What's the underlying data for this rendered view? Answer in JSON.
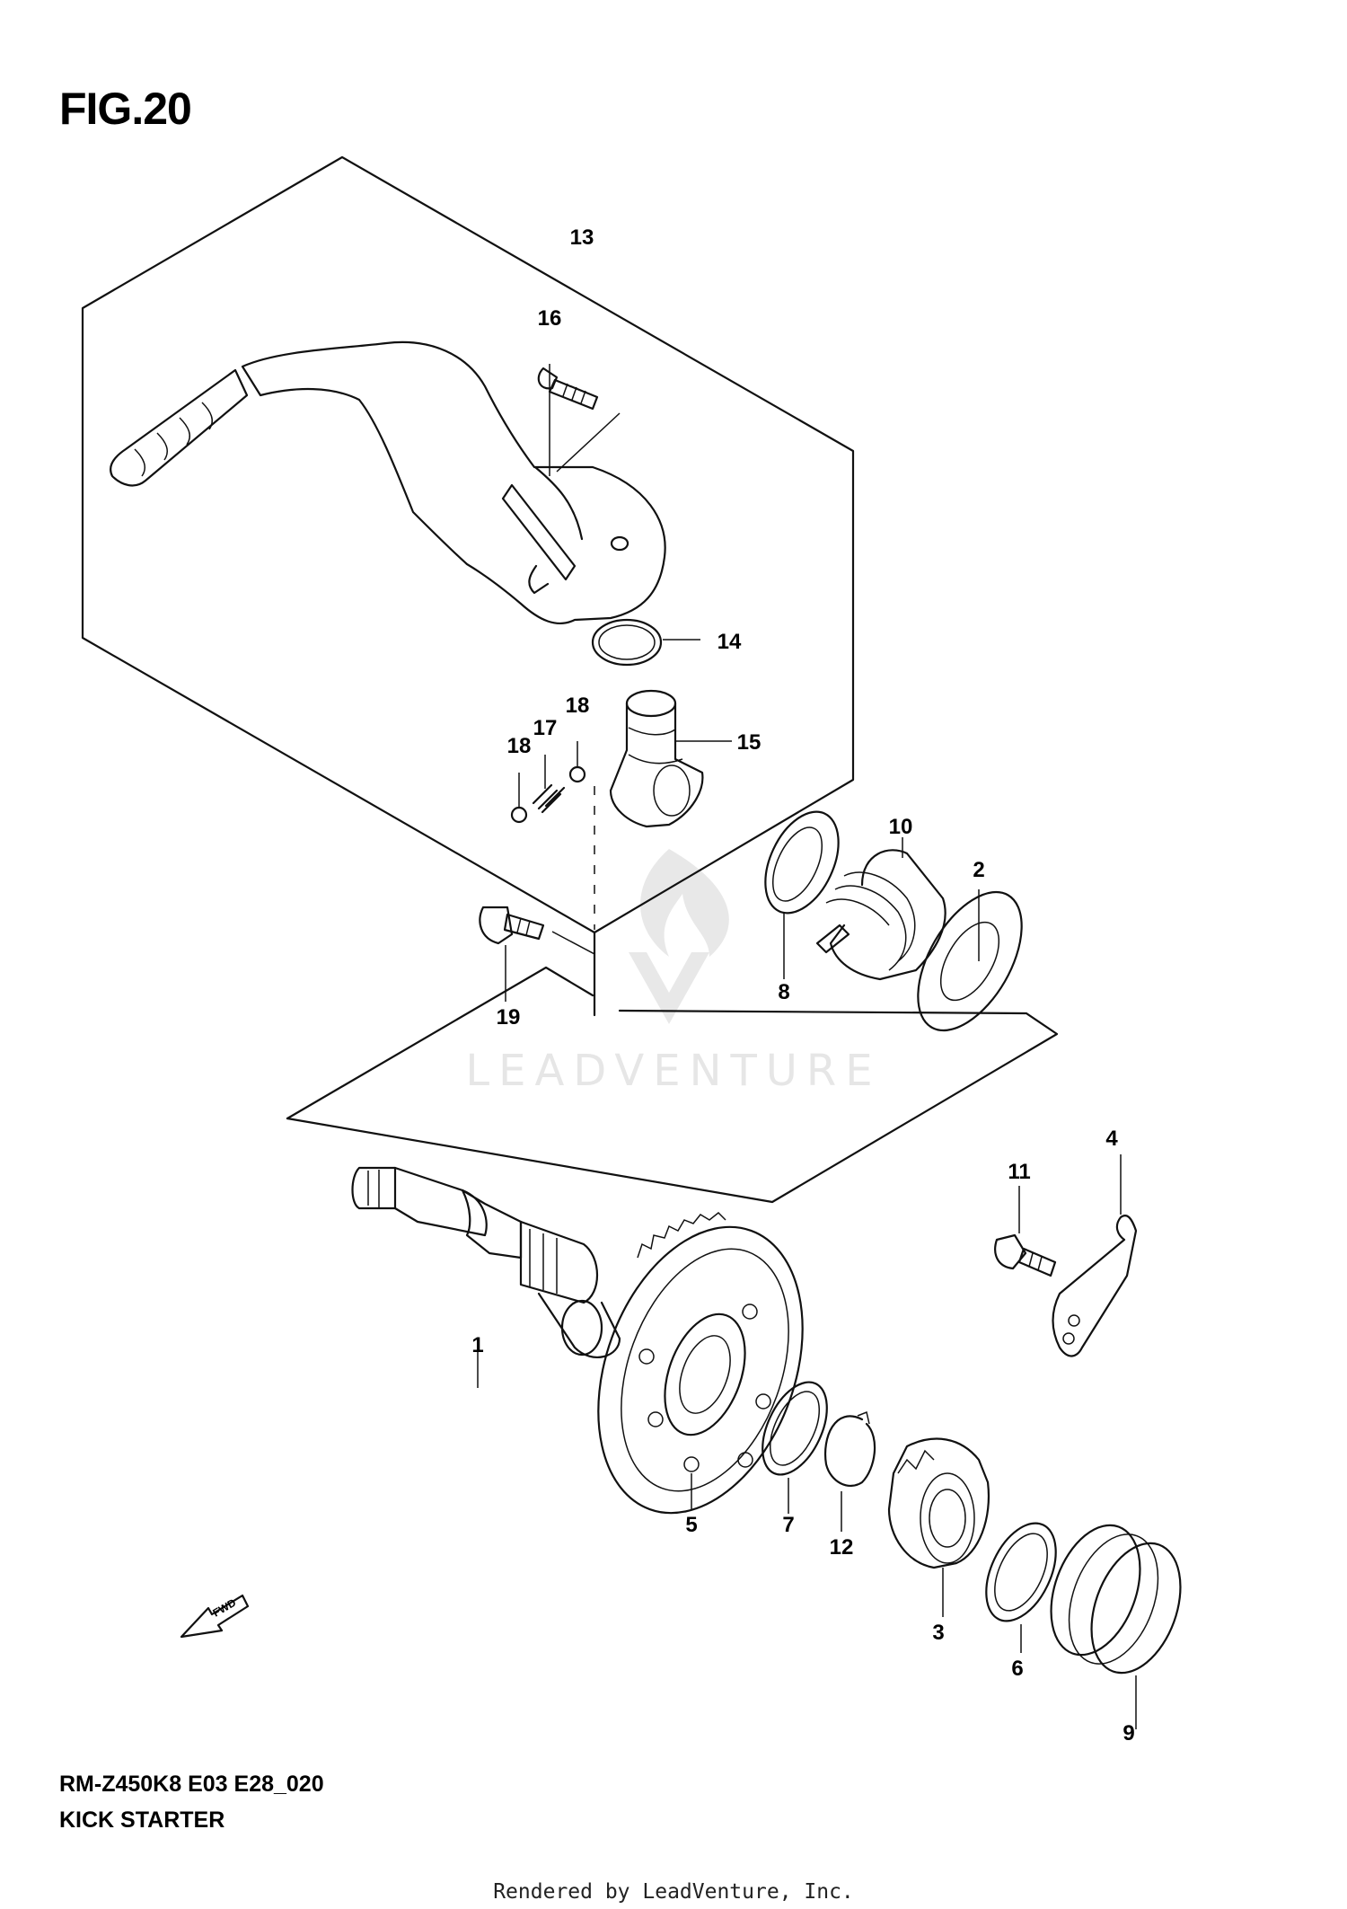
{
  "figure": {
    "title": "FIG.20",
    "model_code": "RM-Z450K8 E03 E28_020",
    "section_name": "KICK STARTER",
    "render_credit": "Rendered by LeadVenture, Inc.",
    "watermark": "LEADVENTURE",
    "fwd_label": "FWD"
  },
  "callouts": [
    "13",
    "16",
    "14",
    "18",
    "17",
    "18",
    "15",
    "10",
    "2",
    "8",
    "19",
    "4",
    "11",
    "1",
    "5",
    "7",
    "12",
    "3",
    "6",
    "9"
  ],
  "colors": {
    "line": "#111111",
    "watermark": "#e6e6e6",
    "background": "#ffffff"
  }
}
